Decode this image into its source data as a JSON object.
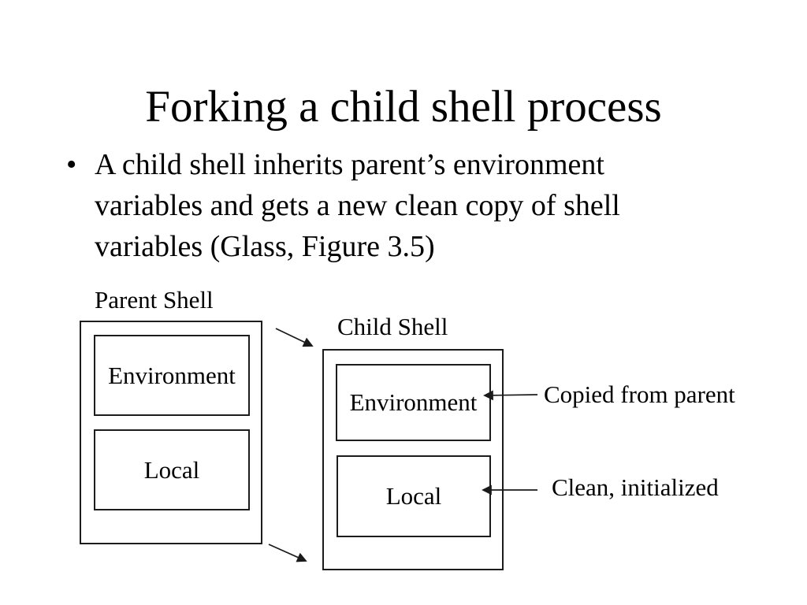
{
  "slide": {
    "title": "Forking a child shell process",
    "bullet": {
      "glyph": "•",
      "lines": [
        "A child shell inherits parent’s environment",
        "variables and gets a new clean copy of shell",
        "variables (Glass, Figure 3.5)"
      ]
    }
  },
  "diagram": {
    "parent_shell": {
      "label": "Parent Shell",
      "environment": "Environment",
      "local": "Local"
    },
    "child_shell": {
      "label": "Child Shell",
      "environment": "Environment",
      "local": "Local"
    },
    "annotations": {
      "copied": "Copied from parent",
      "clean": "Clean, initialized"
    },
    "colors": {
      "background": "#ffffff",
      "text": "#000000",
      "line": "#1a1a1a"
    }
  }
}
